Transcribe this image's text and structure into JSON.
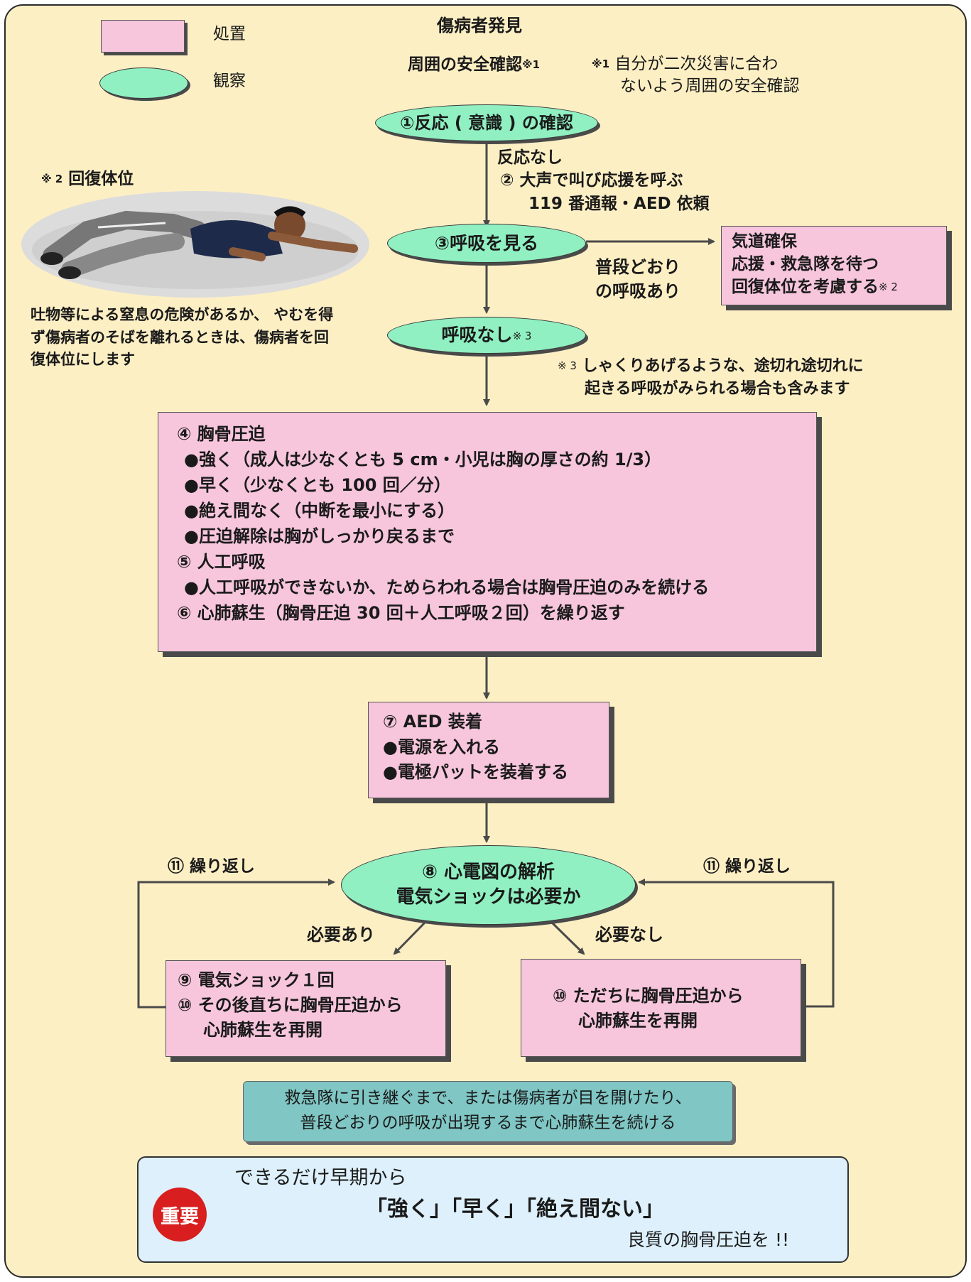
{
  "legend": {
    "treatment_label": "処置",
    "observation_label": "観察",
    "treatment_color": "#f7c6dc",
    "observation_color": "#90f0c2"
  },
  "header": {
    "title": "傷病者発見",
    "safety_check": "周囲の安全確認",
    "safety_mark": "※1",
    "note1_mark": "※1",
    "note1_line1": "自分が二次災害に合わ",
    "note1_line2": "ないよう周囲の安全確認"
  },
  "steps": {
    "s1": "①反応 ( 意識 ) の確認",
    "no_response": "反応なし",
    "s2_line1": "② 大声で叫び応援を呼ぶ",
    "s2_line2": "119 番通報・AED 依頼",
    "s3": "③呼吸を見る",
    "normal_breathing_line1": "普段どおり",
    "normal_breathing_line2": "の呼吸あり",
    "airway_line1": "気道確保",
    "airway_line2": "応援・救急隊を待つ",
    "airway_line3": "回復体位を考慮する",
    "airway_mark": "※ 2",
    "no_breathing": "呼吸なし",
    "no_breathing_mark": "※ 3",
    "note3_mark": "※ 3",
    "note3_line1": "しゃくりあげるような、途切れ途切れに",
    "note3_line2": "起きる呼吸がみられる場合も含みます"
  },
  "recovery": {
    "mark": "※ 2",
    "title": "回復体位",
    "desc_line1": "吐物等による窒息の危険があるか、 やむを得",
    "desc_line2": "ず傷病者のそばを離れるときは、傷病者を回",
    "desc_line3": "復体位にします"
  },
  "cpr_box": {
    "l1": "④ 胸骨圧迫",
    "l2": "●強く（成人は少なくとも 5 cm・小児は胸の厚さの約 1/3）",
    "l3": "●早く（少なくとも 100 回／分）",
    "l4": "●絶え間なく（中断を最小にする）",
    "l5": "●圧迫解除は胸がしっかり戻るまで",
    "l6": "⑤ 人工呼吸",
    "l7": "●人工呼吸ができないか、ためらわれる場合は胸骨圧迫のみを続ける",
    "l8": "⑥ 心肺蘇生（胸骨圧迫 30 回＋人工呼吸２回）を繰り返す"
  },
  "aed_box": {
    "l1": "⑦ AED 装着",
    "l2": "●電源を入れる",
    "l3": "●電極パットを装着する"
  },
  "analysis": {
    "l1": "⑧ 心電図の解析",
    "l2": "電気ショックは必要か",
    "repeat_left": "⑪ 繰り返し",
    "repeat_right": "⑪ 繰り返し",
    "needed": "必要あり",
    "not_needed": "必要なし"
  },
  "shock_box": {
    "l1": "⑨ 電気ショック１回",
    "l2": "⑩ その後直ちに胸骨圧迫から",
    "l3": "心肺蘇生を再開"
  },
  "noshock_box": {
    "l1": "⑩ ただちに胸骨圧迫から",
    "l2": "心肺蘇生を再開"
  },
  "continue_box": {
    "l1": "救急隊に引き継ぐまで、または傷病者が目を開けたり、",
    "l2": "普段どおりの呼吸が出現するまで心肺蘇生を続ける"
  },
  "important": {
    "badge": "重要",
    "l1": "できるだけ早期から",
    "l2": "「強く」「早く」「絶え間ない」",
    "l3": "良質の胸骨圧迫を !!"
  }
}
